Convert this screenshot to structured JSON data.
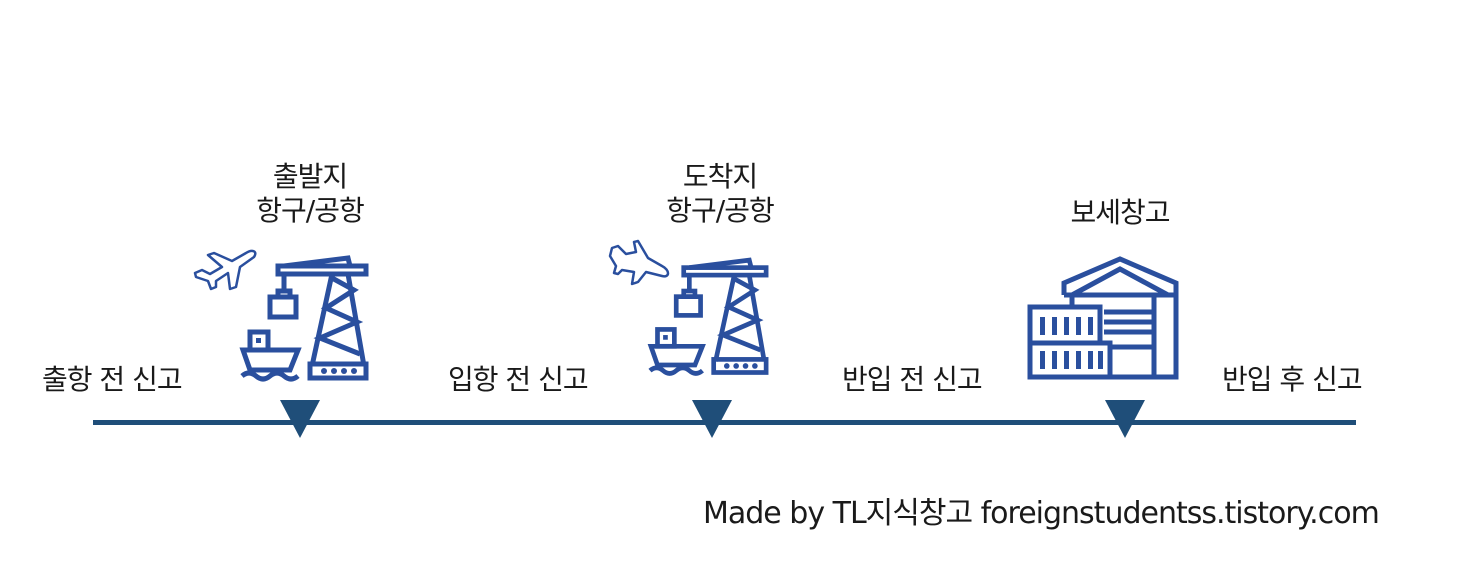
{
  "colors": {
    "timeline": "#1f4e79",
    "icon": "#2a4f9e",
    "text": "#1a1a1a",
    "background": "#ffffff"
  },
  "nodes": [
    {
      "title_line1": "출발지",
      "title_line2": "항구/공항",
      "icon": "departing-plane-crane-ship-icon"
    },
    {
      "title_line1": "도착지",
      "title_line2": "항구/공항",
      "icon": "arriving-plane-crane-ship-icon"
    },
    {
      "title_line1": "보세창고",
      "title_line2": "",
      "icon": "bonded-warehouse-icon"
    }
  ],
  "stages": [
    {
      "label": "출항 전 신고"
    },
    {
      "label": "입항 전 신고"
    },
    {
      "label": "반입 전 신고"
    },
    {
      "label": "반입 후 신고"
    }
  ],
  "credit": "Made by TL지식창고 foreignstudentss.tistory.com"
}
